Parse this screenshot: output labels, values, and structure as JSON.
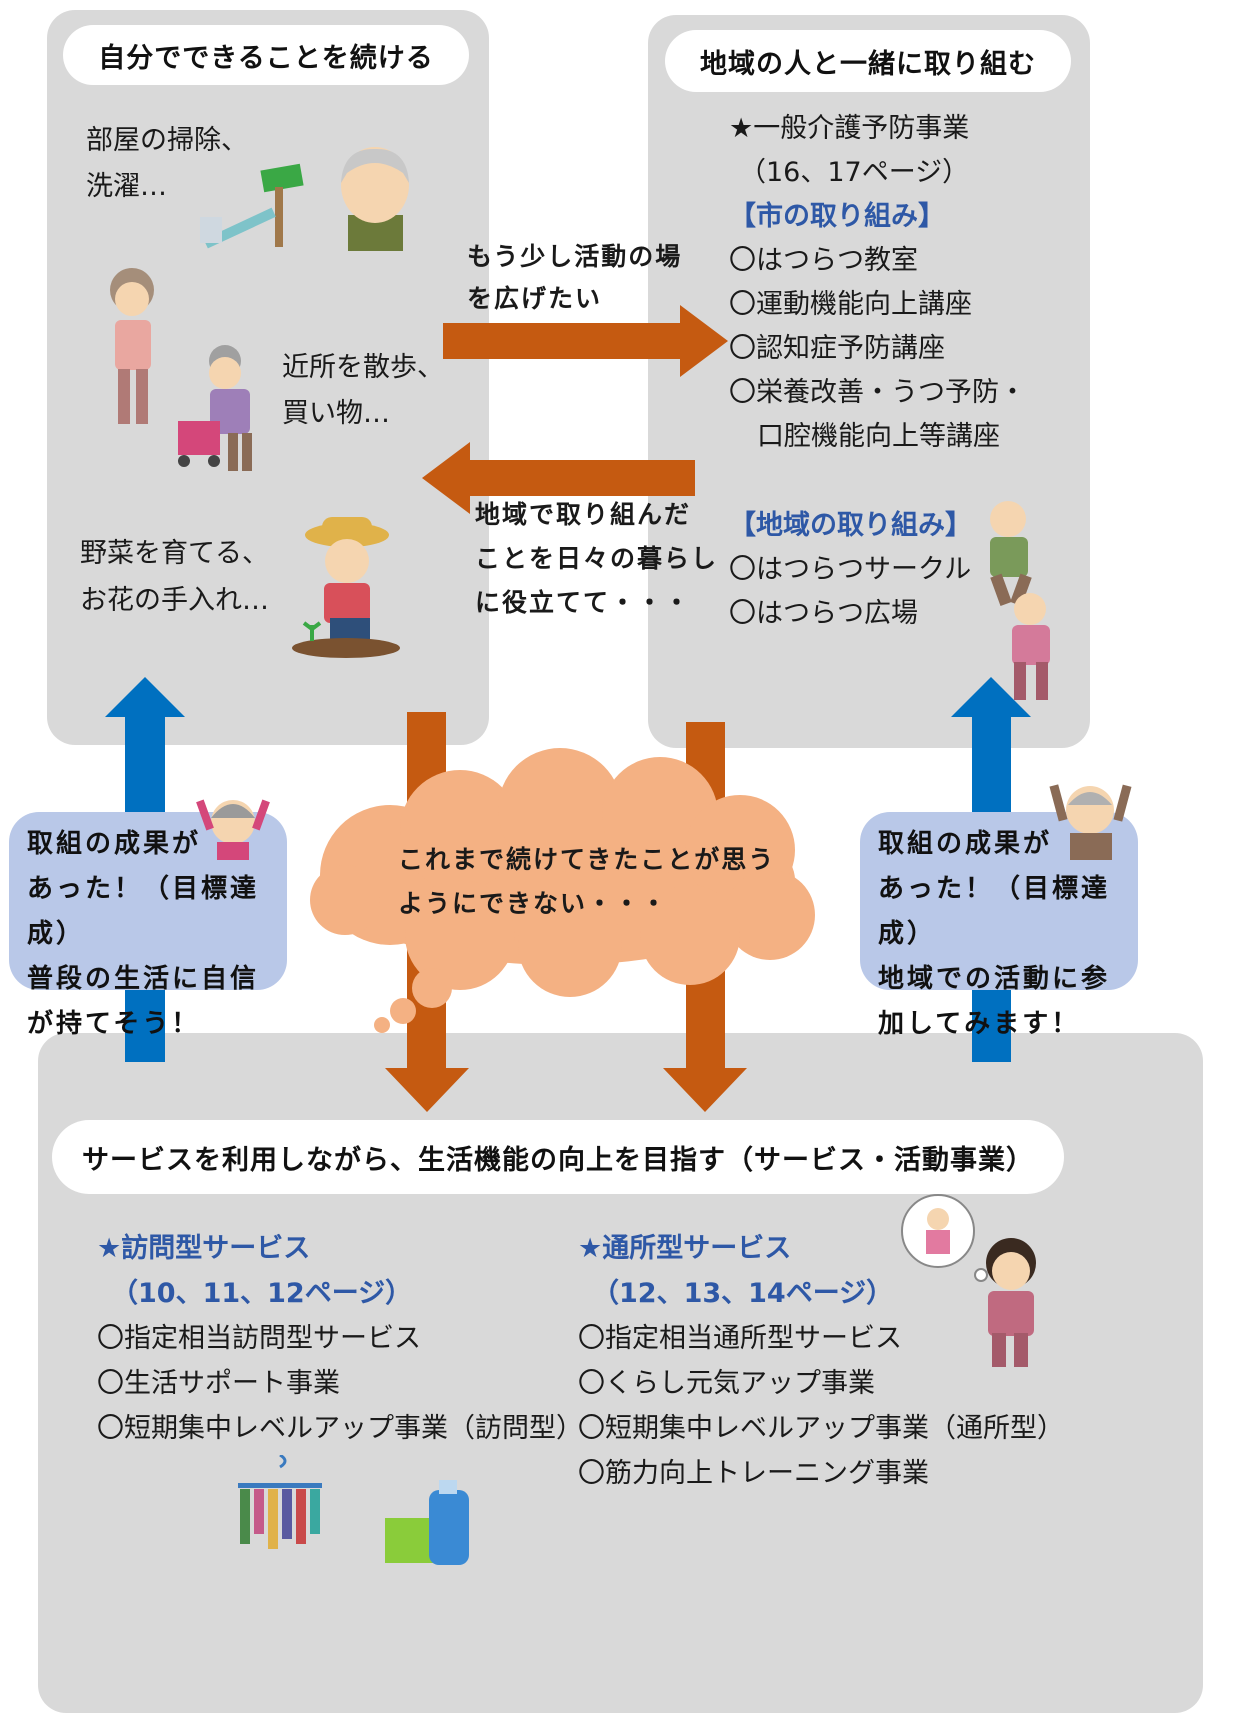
{
  "colors": {
    "panel": "#d9d9d9",
    "orange_arrow": "#c55a11",
    "blue_arrow": "#0070c0",
    "cloud": "#f4b183",
    "callout": "#b9c8e8",
    "heading_blue": "#2e58a6"
  },
  "top_left": {
    "title": "自分でできることを続ける",
    "item1": [
      "部屋の掃除、",
      "洗濯…"
    ],
    "item2": [
      "近所を散歩、",
      "買い物…"
    ],
    "item3": [
      "野菜を育てる、",
      "お花の手入れ…"
    ]
  },
  "top_right": {
    "title": "地域の人と一緒に取り組む",
    "lines": [
      "★一般介護予防事業",
      "（16、17ページ）",
      "【市の取り組み】",
      "〇はつらつ教室",
      "〇運動機能向上講座",
      "〇認知症予防講座",
      "〇栄養改善・うつ予防・",
      "口腔機能向上等講座",
      "【地域の取り組み】",
      "〇はつらつサークル",
      "〇はつらつ広場"
    ]
  },
  "arrow_right_text": [
    "もう少し活動の場",
    "を広げたい"
  ],
  "arrow_left_text": [
    "地域で取り組んだ",
    "ことを日々の暮らし",
    "に役立てて・・・"
  ],
  "cloud_text": [
    "これまで続けてきたことが思う",
    "ようにできない・・・"
  ],
  "left_callout": [
    "取組の成果が",
    "あった！（目標達成）",
    "普段の生活に自信",
    "が持てそう！"
  ],
  "right_callout": [
    "取組の成果が",
    "あった！（目標達成）",
    "地域での活動に参",
    "加してみます！"
  ],
  "bottom": {
    "title": "サービスを利用しながら、生活機能の向上を目指す（サービス・活動事業）",
    "left_heading": [
      "★訪問型サービス",
      "（10、11、12ページ）"
    ],
    "left_items": [
      "〇指定相当訪問型サービス",
      "〇生活サポート事業",
      "〇短期集中レベルアップ事業（訪問型）"
    ],
    "right_heading": [
      "★通所型サービス",
      "（12、13、14ページ）"
    ],
    "right_items": [
      "〇指定相当通所型サービス",
      "〇くらし元気アップ事業",
      "〇短期集中レベルアップ事業（通所型）",
      "〇筋力向上トレーニング事業"
    ]
  },
  "icons": [
    "cleaning-tools-icon",
    "elderly-man-icon",
    "walking-woman-icon",
    "shopping-cart-woman-icon",
    "gardening-farmer-icon",
    "exercising-seniors-icon",
    "cheering-woman-icon",
    "cheering-man-icon",
    "laundry-hanger-icon",
    "detergent-icon",
    "thinking-woman-icon"
  ]
}
